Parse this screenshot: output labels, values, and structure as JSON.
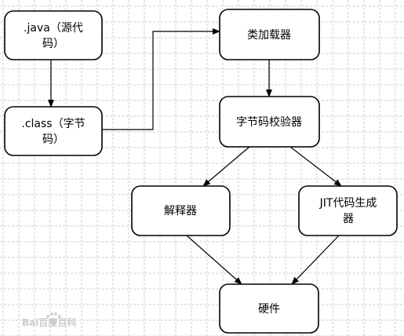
{
  "nodes": {
    "java_source": {
      "line1": ".java（源代",
      "line2": "码）"
    },
    "class_bytecode": {
      "line1": ".class（字节",
      "line2": "码）"
    },
    "class_loader": {
      "label": "类加载器"
    },
    "bytecode_verifier": {
      "label": "字节码校验器"
    },
    "interpreter": {
      "label": "解释器"
    },
    "jit_generator": {
      "line1": "JIT代码生成",
      "line2": "器"
    },
    "hardware": {
      "label": "硬件"
    }
  },
  "watermark": {
    "text": "Bai百度百科"
  }
}
